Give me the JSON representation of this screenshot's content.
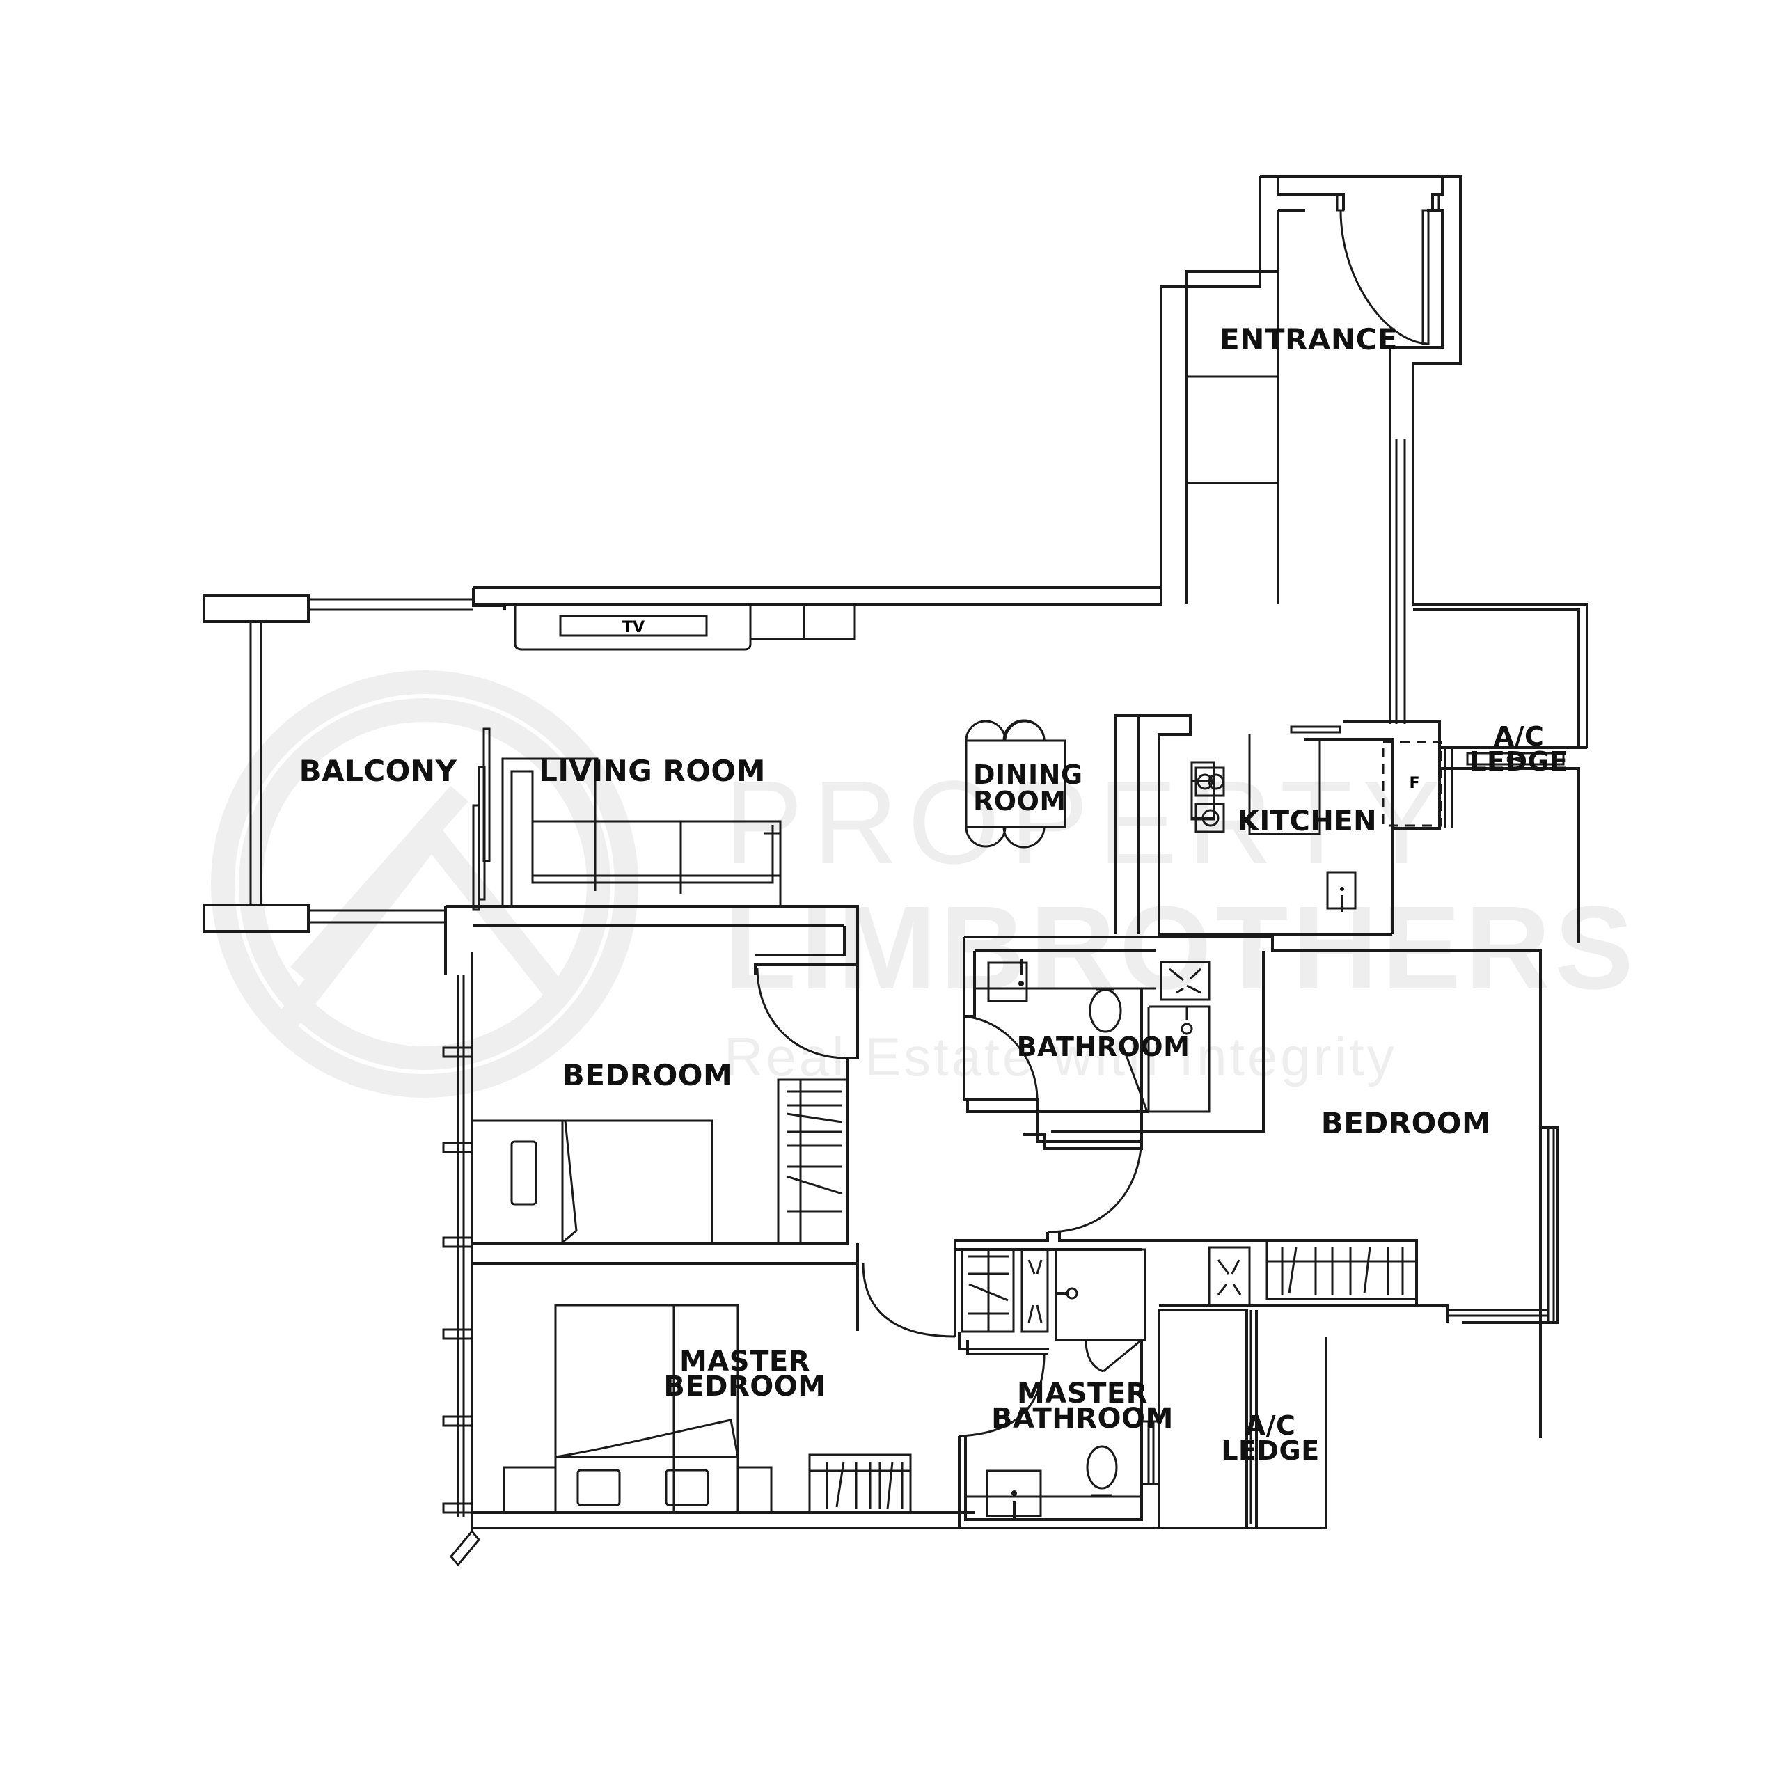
{
  "floor_plan": {
    "rooms": {
      "entrance": "ENTRANCE",
      "balcony": "BALCONY",
      "living_room": "LIVING ROOM",
      "dining_room_line1": "DINING",
      "dining_room_line2": "ROOM",
      "kitchen": "KITCHEN",
      "ac_ledge_top_line1": "A/C",
      "ac_ledge_top_line2": "LEDGE",
      "bedroom_left": "BEDROOM",
      "bathroom": "BATHROOM",
      "bedroom_right": "BEDROOM",
      "master_bedroom_line1": "MASTER",
      "master_bedroom_line2": "BEDROOM",
      "master_bathroom_line1": "MASTER",
      "master_bathroom_line2": "BATHROOM",
      "ac_ledge_bottom_line1": "A/C",
      "ac_ledge_bottom_line2": "LEDGE"
    },
    "fixtures": {
      "tv": "TV",
      "fridge": "F"
    },
    "colors": {
      "line": "#1a1a1a",
      "watermark": "#eeeeee",
      "background": "#ffffff"
    }
  },
  "watermark": {
    "line1": "PROPERTY",
    "line2": "LIMBROTHERS",
    "tagline": "Real Estate with Integrity"
  }
}
